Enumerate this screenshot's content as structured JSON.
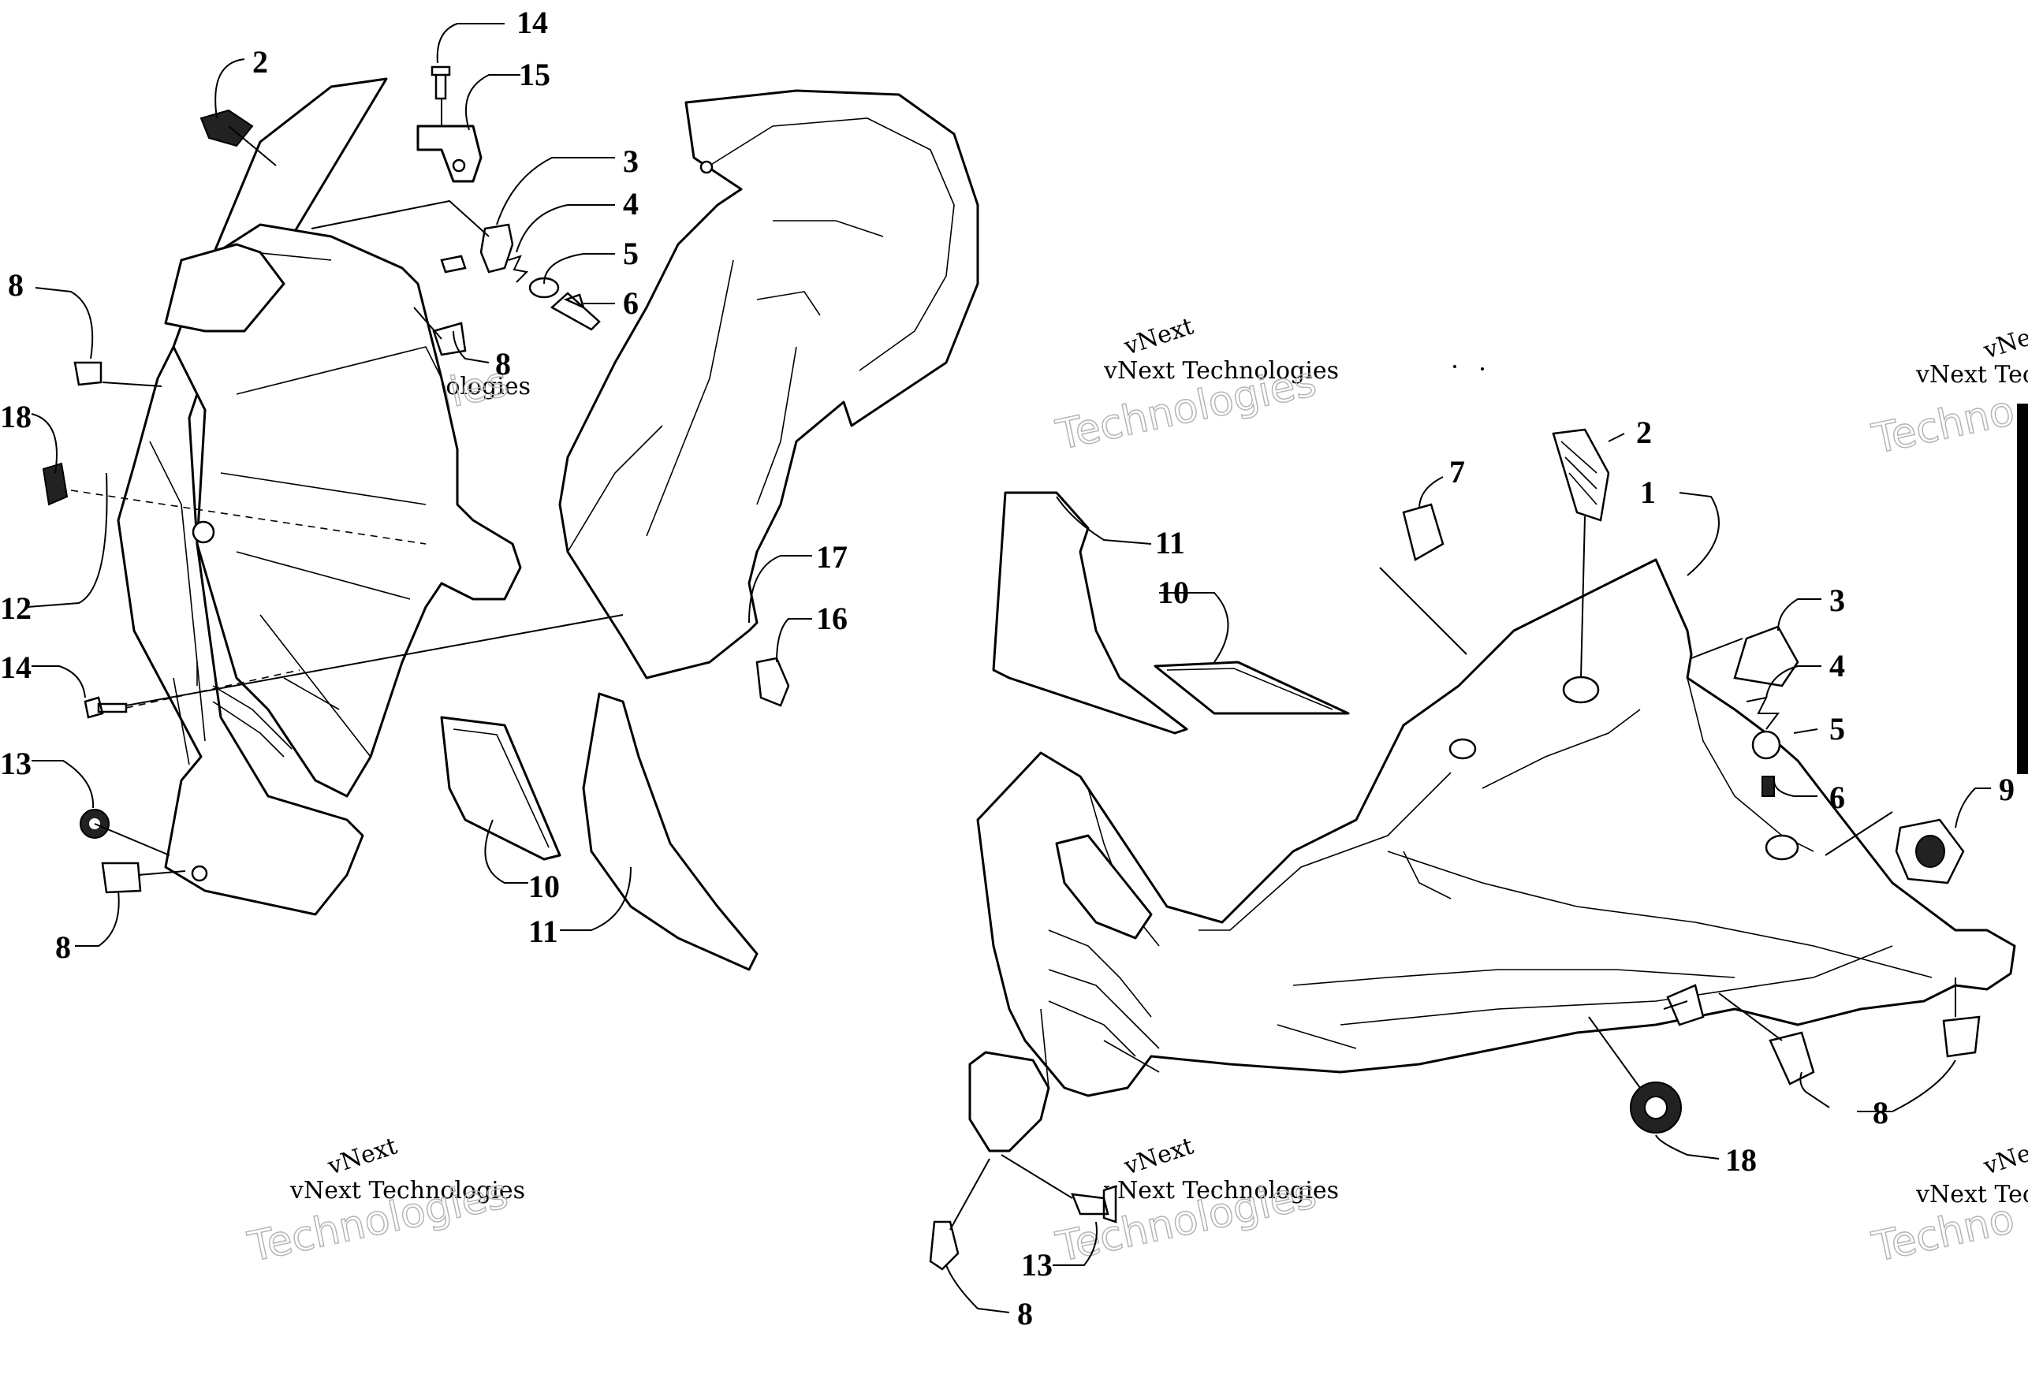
{
  "watermark": {
    "line1": "vNext",
    "line2": "vNext Technologies",
    "line3": "Technologies",
    "partial1": "vNe",
    "partial2": "vNext Tec",
    "partial3": "Techno"
  },
  "callouts": {
    "left": [
      "2",
      "14",
      "15",
      "3",
      "4",
      "5",
      "6",
      "8",
      "8",
      "18",
      "12",
      "14",
      "13",
      "8",
      "10",
      "11",
      "17",
      "16"
    ],
    "right": [
      "7",
      "11",
      "10",
      "2",
      "1",
      "3",
      "4",
      "5",
      "6",
      "9",
      "8",
      "18",
      "13",
      "8"
    ]
  },
  "icons": {
    "fastener": "screw-icon",
    "clip": "speed-nut-icon",
    "grommet": "grommet-icon"
  }
}
